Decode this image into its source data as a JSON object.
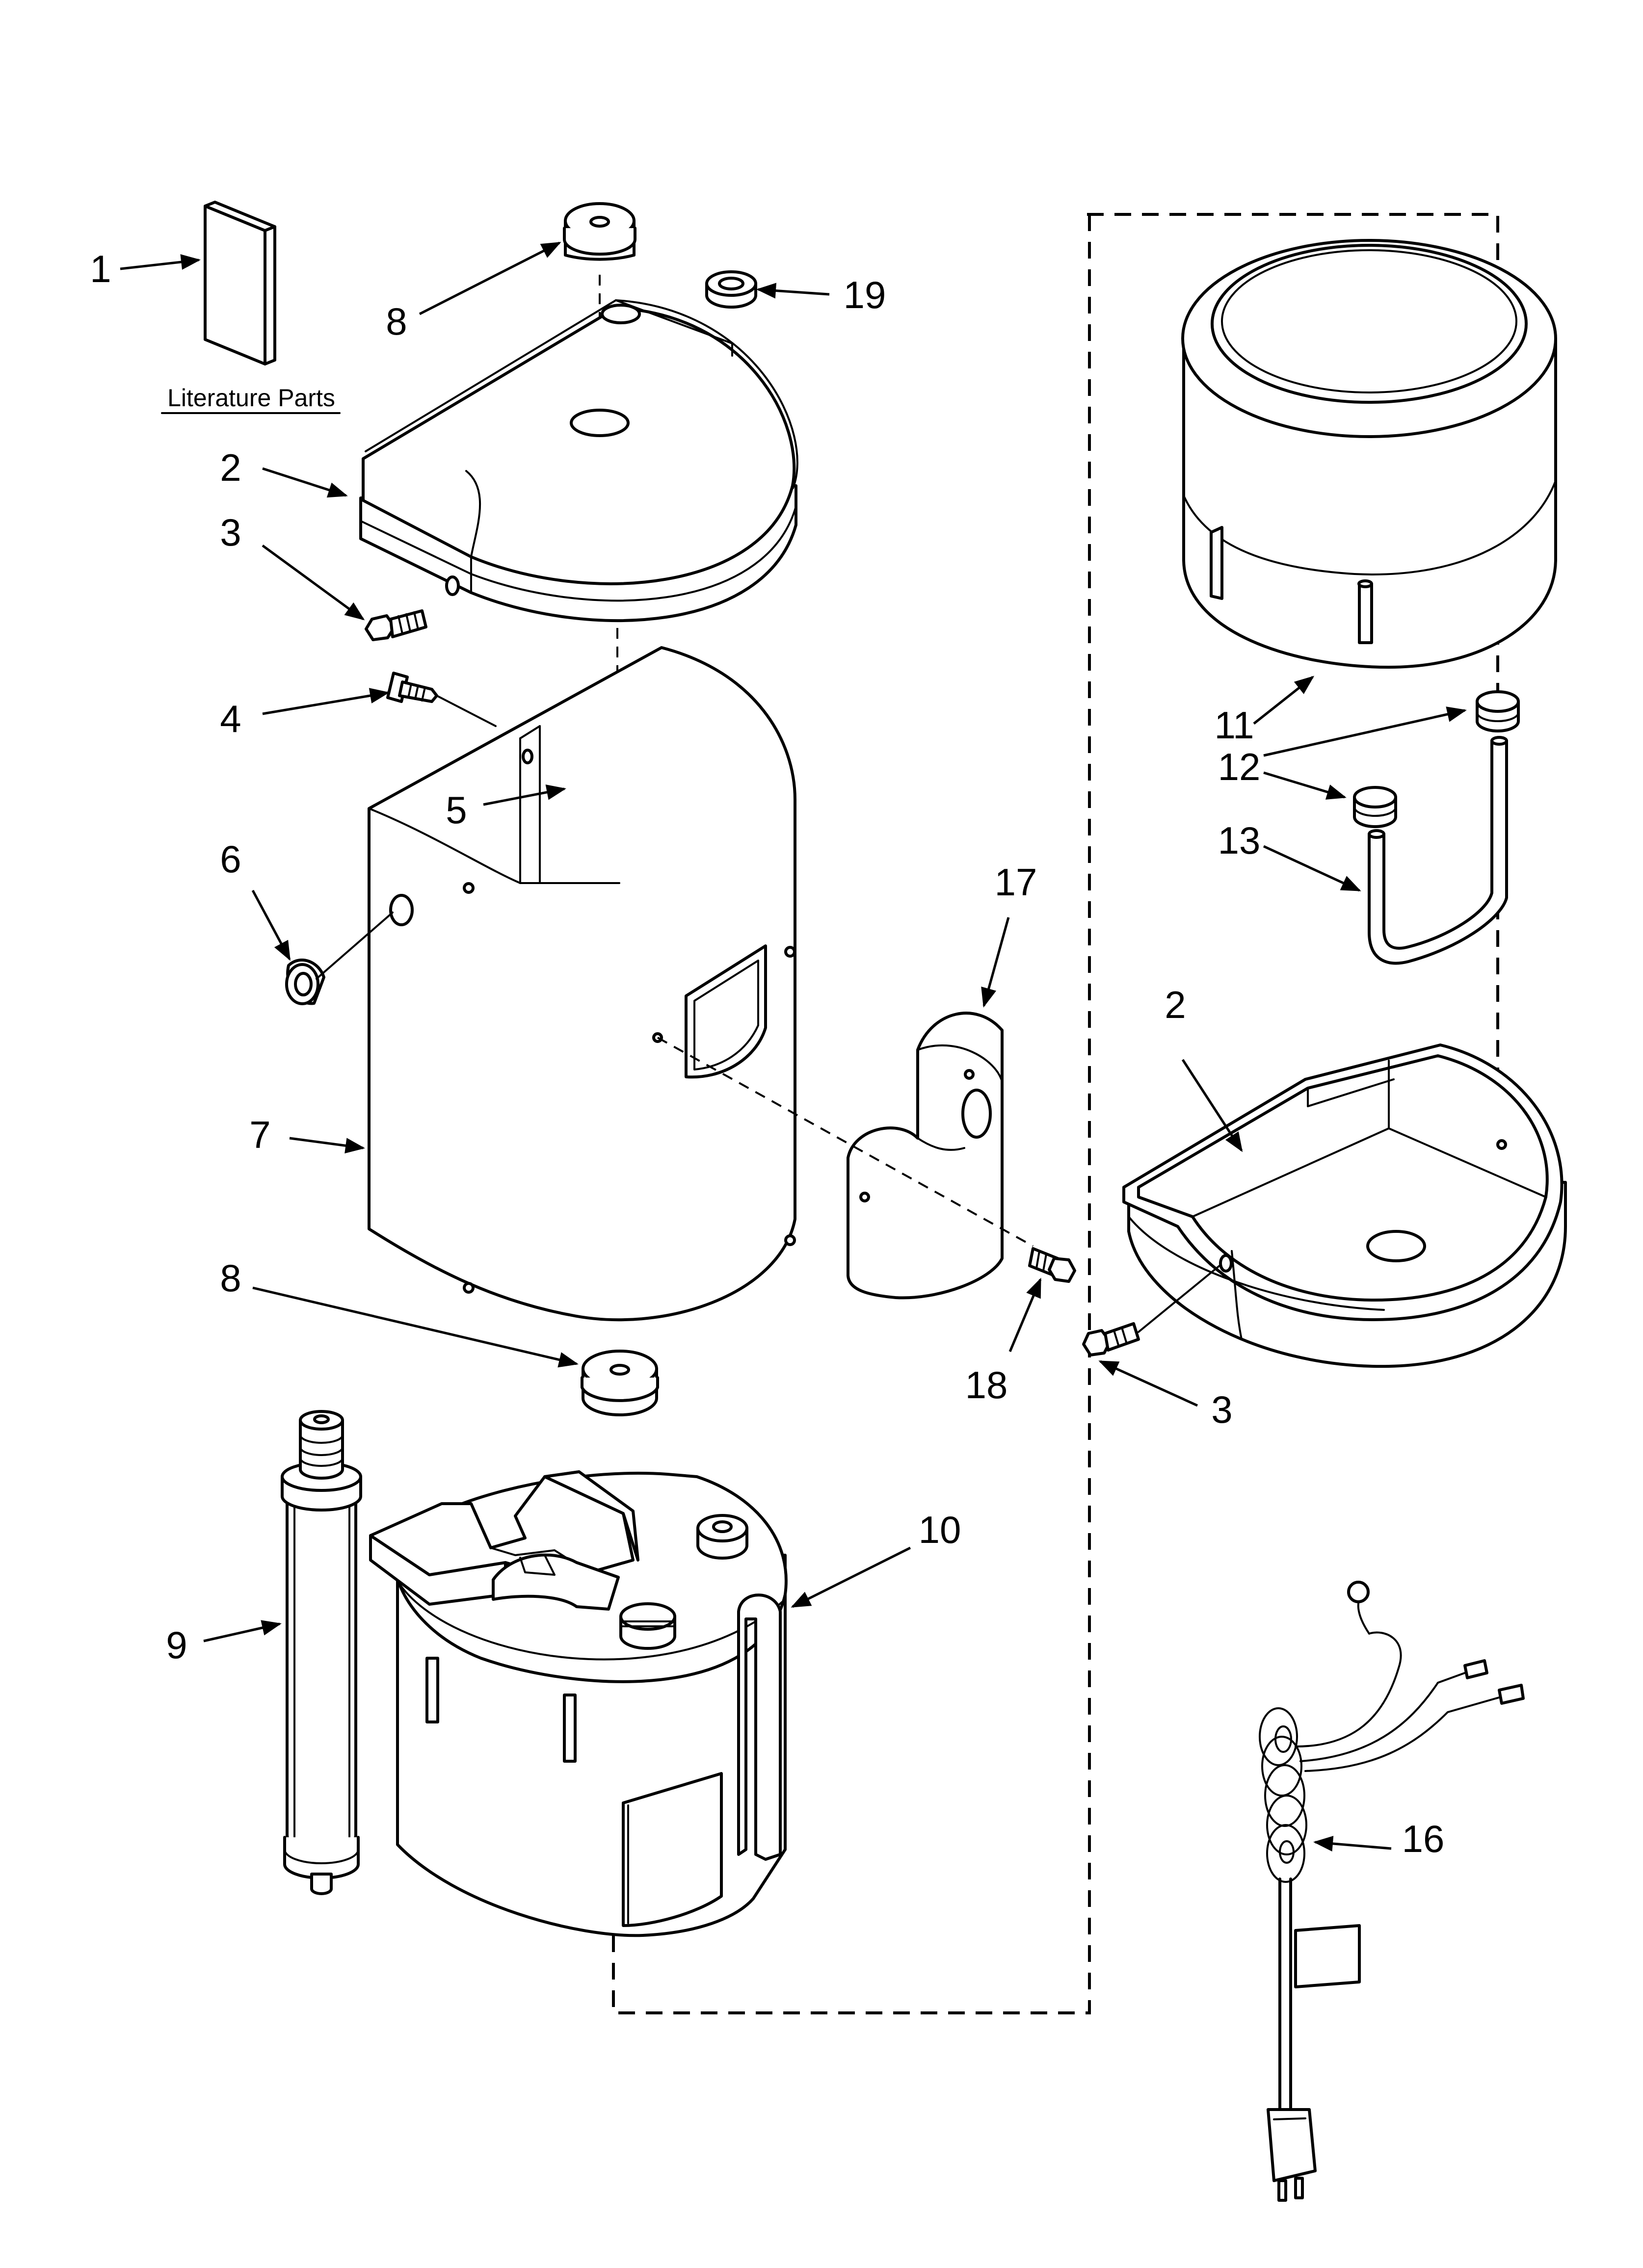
{
  "literature_label": "Literature Parts",
  "callouts": [
    {
      "id": "c1",
      "text": "1"
    },
    {
      "id": "c8a",
      "text": "8"
    },
    {
      "id": "c19",
      "text": "19"
    },
    {
      "id": "c2a",
      "text": "2"
    },
    {
      "id": "c3a",
      "text": "3"
    },
    {
      "id": "c4",
      "text": "4"
    },
    {
      "id": "c5",
      "text": "5"
    },
    {
      "id": "c6",
      "text": "6"
    },
    {
      "id": "c7",
      "text": "7"
    },
    {
      "id": "c8b",
      "text": "8"
    },
    {
      "id": "c17",
      "text": "17"
    },
    {
      "id": "c18",
      "text": "18"
    },
    {
      "id": "c9",
      "text": "9"
    },
    {
      "id": "c10",
      "text": "10"
    },
    {
      "id": "c11",
      "text": "11"
    },
    {
      "id": "c12",
      "text": "12"
    },
    {
      "id": "c13",
      "text": "13"
    },
    {
      "id": "c2b",
      "text": "2"
    },
    {
      "id": "c3b",
      "text": "3"
    },
    {
      "id": "c16",
      "text": "16"
    }
  ]
}
